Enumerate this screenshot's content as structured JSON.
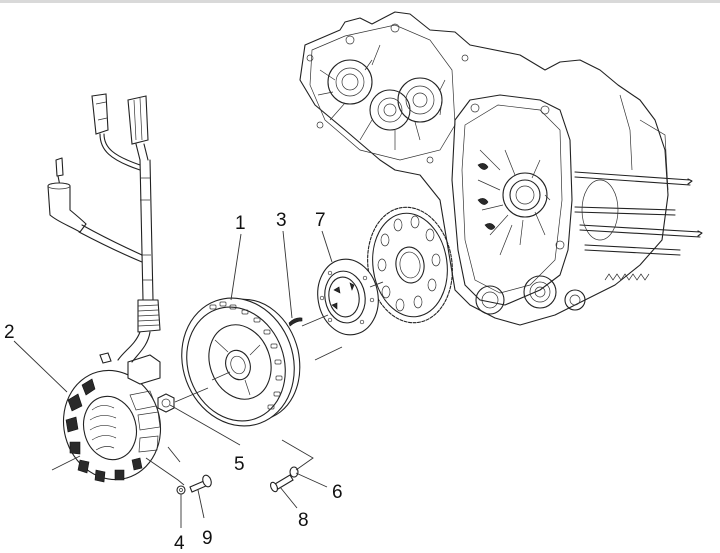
{
  "diagram": {
    "type": "exploded parts view",
    "subject": "Flywheel / stator / starter clutch assembly on engine crankcase",
    "callouts": [
      {
        "id": "1",
        "label": "1",
        "part": "flywheel-rotor"
      },
      {
        "id": "2",
        "label": "2",
        "part": "stator-with-wiring-harness"
      },
      {
        "id": "3",
        "label": "3",
        "part": "woodruff-key"
      },
      {
        "id": "4",
        "label": "4",
        "part": "washer"
      },
      {
        "id": "5",
        "label": "5",
        "part": "flywheel-nut"
      },
      {
        "id": "6",
        "label": "6",
        "part": "washer"
      },
      {
        "id": "7",
        "label": "7",
        "part": "starter-clutch"
      },
      {
        "id": "8",
        "label": "8",
        "part": "bolt"
      },
      {
        "id": "9",
        "label": "9",
        "part": "bolt"
      }
    ]
  }
}
